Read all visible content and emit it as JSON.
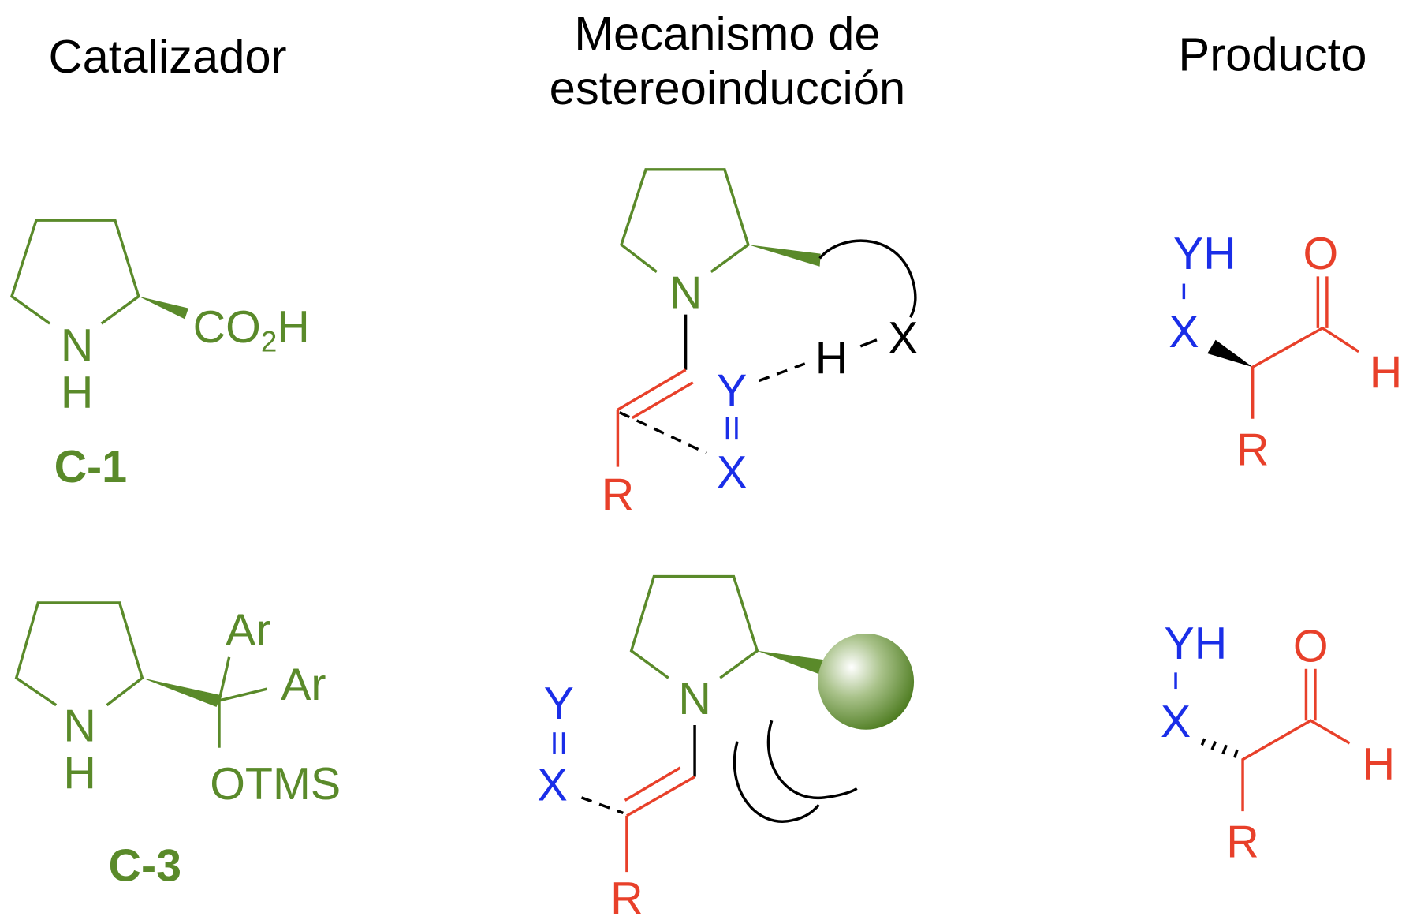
{
  "headers": {
    "catalyst": "Catalizador",
    "mechanism_line1": "Mecanismo de",
    "mechanism_line2": "estereoinducción",
    "product": "Producto"
  },
  "catalysts": [
    {
      "label": "C-1",
      "N": "N",
      "H": "H",
      "substituent_main": "CO",
      "substituent_sub": "2",
      "substituent_end": "H"
    },
    {
      "label": "C-3",
      "N": "N",
      "H": "H",
      "ar1": "Ar",
      "ar2": "Ar",
      "otms": "OTMS"
    }
  ],
  "mechanisms": [
    {
      "N": "N",
      "R": "R",
      "Y": "Y",
      "X": "X",
      "H": "H",
      "X2": "X"
    },
    {
      "N": "N",
      "R": "R",
      "Y": "Y",
      "X": "X"
    }
  ],
  "products": [
    {
      "YH": "YH",
      "X": "X",
      "O": "O",
      "H": "H",
      "R": "R"
    },
    {
      "YH": "YH",
      "X": "X",
      "O": "O",
      "H": "H",
      "R": "R"
    }
  ],
  "colors": {
    "catalyst": "#5a8a2a",
    "substrate": "#e8402a",
    "electrophile": "#1a2ee8"
  }
}
